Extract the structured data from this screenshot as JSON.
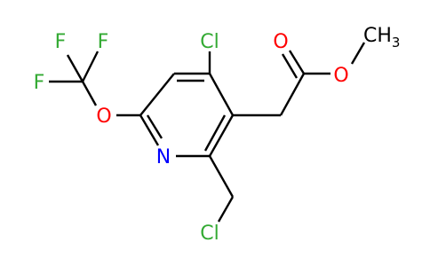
{
  "molecule": {
    "labels": {
      "cl_ring": "Cl",
      "cl_methyl": "Cl",
      "n_ring": "N",
      "o_ether": "O",
      "o_carbonyl": "O",
      "o_ester": "O",
      "f_top_left": "F",
      "f_top_right": "F",
      "f_left": "F",
      "ch3_c": "CH",
      "ch3_sub": "3"
    },
    "colors": {
      "bond": "#000000",
      "heteroatom": "#33aa33",
      "oxygen": "#ff0000",
      "nitrogen": "#0000ff",
      "fluorine": "#33aa33"
    }
  }
}
